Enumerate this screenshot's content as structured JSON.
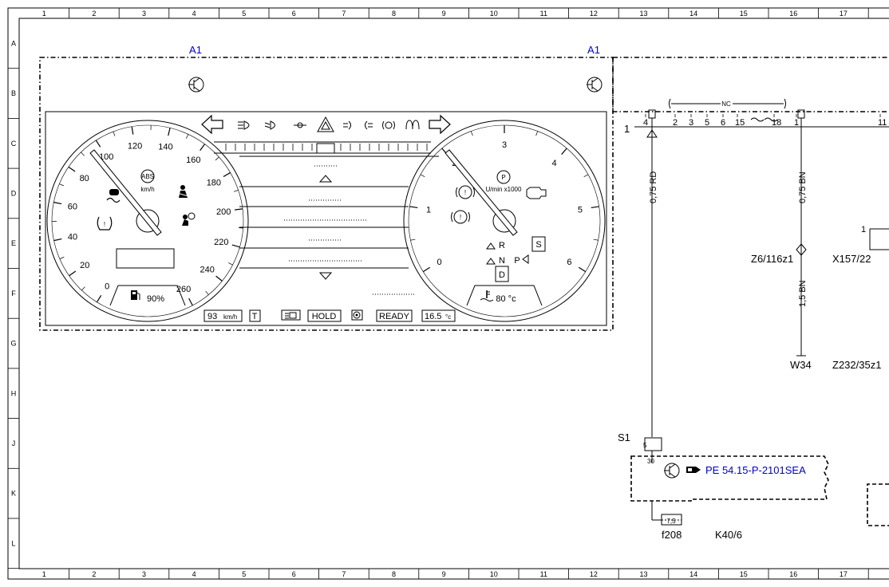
{
  "grid": {
    "columns": [
      "1",
      "2",
      "3",
      "4",
      "5",
      "6",
      "7",
      "8",
      "9",
      "10",
      "11",
      "12",
      "13",
      "14",
      "15",
      "16",
      "17"
    ],
    "rows": [
      "A",
      "B",
      "C",
      "D",
      "E",
      "F",
      "G",
      "H",
      "J",
      "K",
      "L"
    ]
  },
  "cluster": {
    "label_left": "A1",
    "label_right": "A1",
    "speedometer": {
      "ticks": [
        "0",
        "20",
        "40",
        "60",
        "80",
        "100",
        "120",
        "140",
        "160",
        "180",
        "200",
        "220",
        "240",
        "260"
      ],
      "unit": "km/h",
      "abs": "ABS",
      "fuel": "90%"
    },
    "tachometer": {
      "ticks": [
        "0",
        "1",
        "2",
        "3",
        "4",
        "5",
        "6"
      ],
      "unit": "U/min x1000",
      "park": "P",
      "gear_r": "R",
      "gear_n": "N",
      "gear_p": "P",
      "gear_d": "D",
      "gear_s": "S",
      "coolant": "80 °c"
    },
    "status_bar": {
      "speed": "93",
      "speed_unit": "km/h",
      "t": "T",
      "hold": "HOLD",
      "ready": "READY",
      "temp": "16.5",
      "temp_unit": "°c"
    }
  },
  "connector": {
    "pin_left": "1",
    "pins": [
      "4",
      "2",
      "3",
      "5",
      "6",
      "15",
      "18",
      "1",
      "11"
    ],
    "nc": "NC"
  },
  "wires": {
    "w1": "0,75 RD",
    "w2": "0,75 BN",
    "w3": "1,5 BN"
  },
  "components": {
    "z6": "Z6/116z1",
    "x157": "X157/22",
    "x157_pin": "1",
    "w34": "W34",
    "z232": "Z232/35z1",
    "s1": "S1",
    "s1_pin": "5",
    "k40_pin": "30",
    "ref": "PE 54.15-P-2101SEA",
    "fuse_value": "7,5",
    "f208": "f208",
    "k40": "K40/6"
  }
}
